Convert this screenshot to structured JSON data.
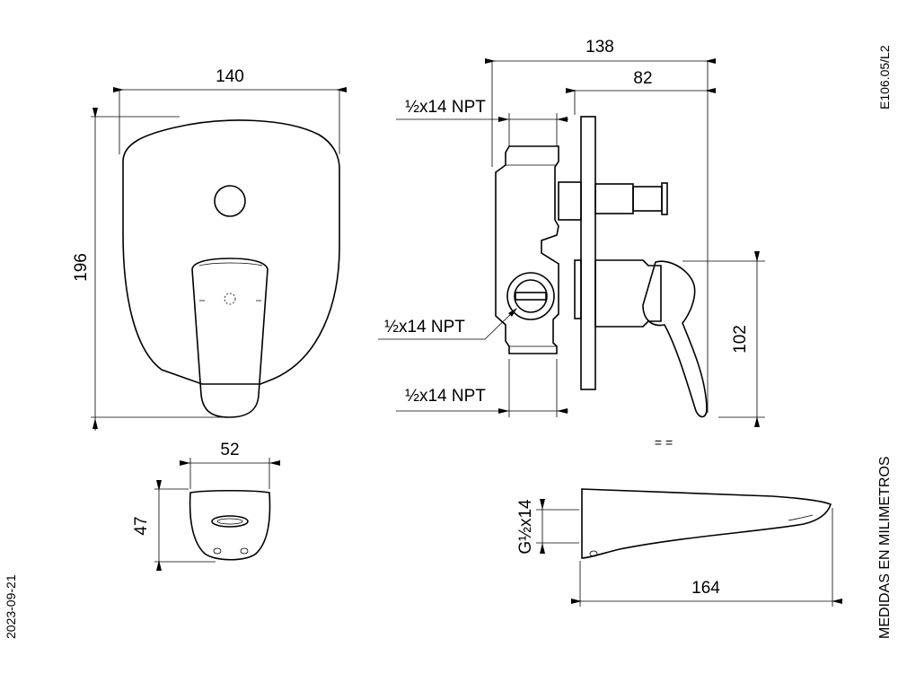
{
  "drawing_code": "E106.05/L2",
  "units_note": "MEDIDAS EN MILIMETROS",
  "date": "2023-09-21",
  "front_view": {
    "width": "140",
    "height": "196"
  },
  "bottom_view": {
    "width": "52",
    "depth": "47"
  },
  "side_view": {
    "total_depth": "138",
    "handle_depth": "82",
    "handle_height": "102",
    "port_top": "½x14 NPT",
    "port_side": "½x14 NPT",
    "port_bottom": "½x14 NPT",
    "marker": "= ="
  },
  "spout_view": {
    "thread": "G½x14",
    "length": "164"
  }
}
